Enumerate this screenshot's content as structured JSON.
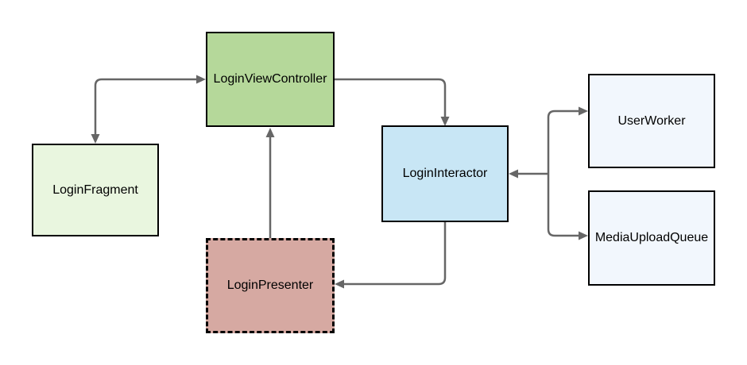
{
  "colors": {
    "arrow": "#666666",
    "node_border": "#000000",
    "canvas_background": "#ffffff",
    "label_text": "#000000"
  },
  "nodes": [
    {
      "id": "login-fragment",
      "label": "LoginFragment",
      "fill": "#e9f6df",
      "border_style": "solid"
    },
    {
      "id": "login-view-controller",
      "label": "LoginViewController",
      "fill": "#b5d89a",
      "border_style": "solid"
    },
    {
      "id": "login-interactor",
      "label": "LoginInteractor",
      "fill": "#c8e6f5",
      "border_style": "solid"
    },
    {
      "id": "login-presenter",
      "label": "LoginPresenter",
      "fill": "#d6a9a2",
      "border_style": "dashed"
    },
    {
      "id": "user-worker",
      "label": "UserWorker",
      "fill": "#f2f7fd",
      "border_style": "solid"
    },
    {
      "id": "media-upload-queue",
      "label": "MediaUploadQueue",
      "fill": "#f2f7fd",
      "border_style": "solid"
    }
  ],
  "edges": [
    {
      "from": "LoginViewController",
      "to": [
        "LoginFragment"
      ],
      "arrows": "both",
      "shape": "elbow"
    },
    {
      "from": "LoginViewController",
      "to": [
        "LoginInteractor"
      ],
      "arrows": "end",
      "shape": "elbow"
    },
    {
      "from": "LoginPresenter",
      "to": [
        "LoginViewController"
      ],
      "arrows": "end",
      "shape": "straight"
    },
    {
      "from": "LoginInteractor",
      "to": [
        "LoginPresenter"
      ],
      "arrows": "end",
      "shape": "elbow"
    },
    {
      "from": "LoginInteractor",
      "to": [
        "UserWorker",
        "MediaUploadQueue"
      ],
      "arrows": "both",
      "shape": "fork"
    }
  ]
}
